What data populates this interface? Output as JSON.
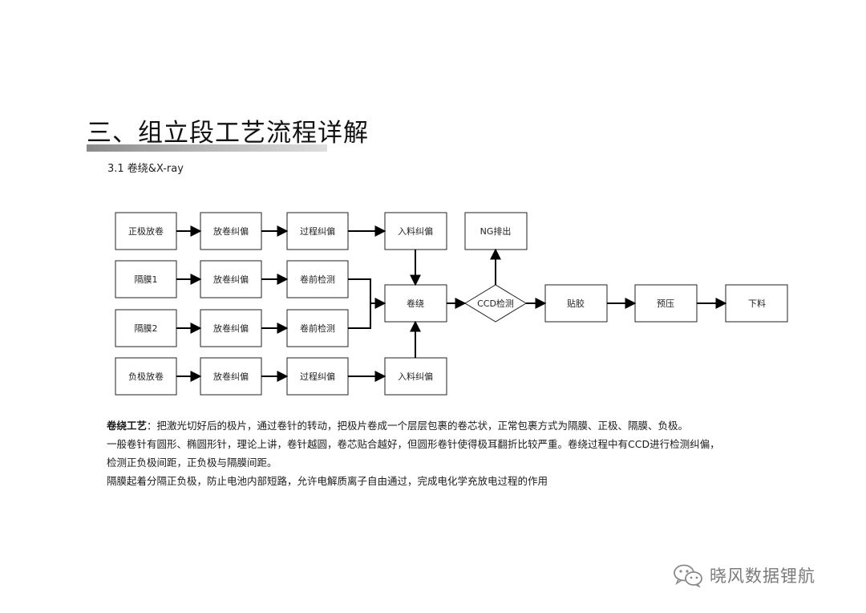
{
  "header": {
    "title": "三、组立段工艺流程详解",
    "subtitle": "3.1 卷绕&X-ray"
  },
  "flow": {
    "nodes": {
      "zhengji_fangjuan": "正极放卷",
      "fangjuan_jiupian_1": "放卷纠偏",
      "guocheng_jiupian_1": "过程纠偏",
      "ruliao_jiupian_1": "入料纠偏",
      "ng_paichu": "NG排出",
      "gemo_1": "隔膜1",
      "fangjuan_jiupian_2": "放卷纠偏",
      "juanqian_jiance_1": "卷前检测",
      "juanrao": "卷绕",
      "ccd_jiance": "CCD检测",
      "tiejiao": "贴胶",
      "yuya": "预压",
      "xialiao": "下料",
      "gemo_2": "隔膜2",
      "fangjuan_jiupian_3": "放卷纠偏",
      "juanqian_jiance_2": "卷前检测",
      "fuji_fangjuan": "负极放卷",
      "fangjuan_jiupian_4": "放卷纠偏",
      "guocheng_jiupian_2": "过程纠偏",
      "ruliao_jiupian_2": "入料纠偏"
    }
  },
  "description": {
    "keyword": "卷绕工艺",
    "line1_rest": "：把激光切好后的极片，通过卷针的转动，把极片卷成一个层层包裹的卷芯状，正常包裹方式为隔膜、正极、隔膜、负极。",
    "line2": "一般卷针有圆形、椭圆形针，理论上讲，卷针越圆，卷芯贴合越好，但圆形卷针使得极耳翻折比较严重。卷绕过程中有CCD进行检测纠偏，",
    "line3": "检测正负极间距，正负极与隔膜间距。",
    "line4": "隔膜起着分隔正负极，防止电池内部短路，允许电解质离子自由通过，完成电化学充放电过程的作用"
  },
  "watermark": {
    "text": "晓风数据锂航",
    "icon": "wechat-icon"
  }
}
